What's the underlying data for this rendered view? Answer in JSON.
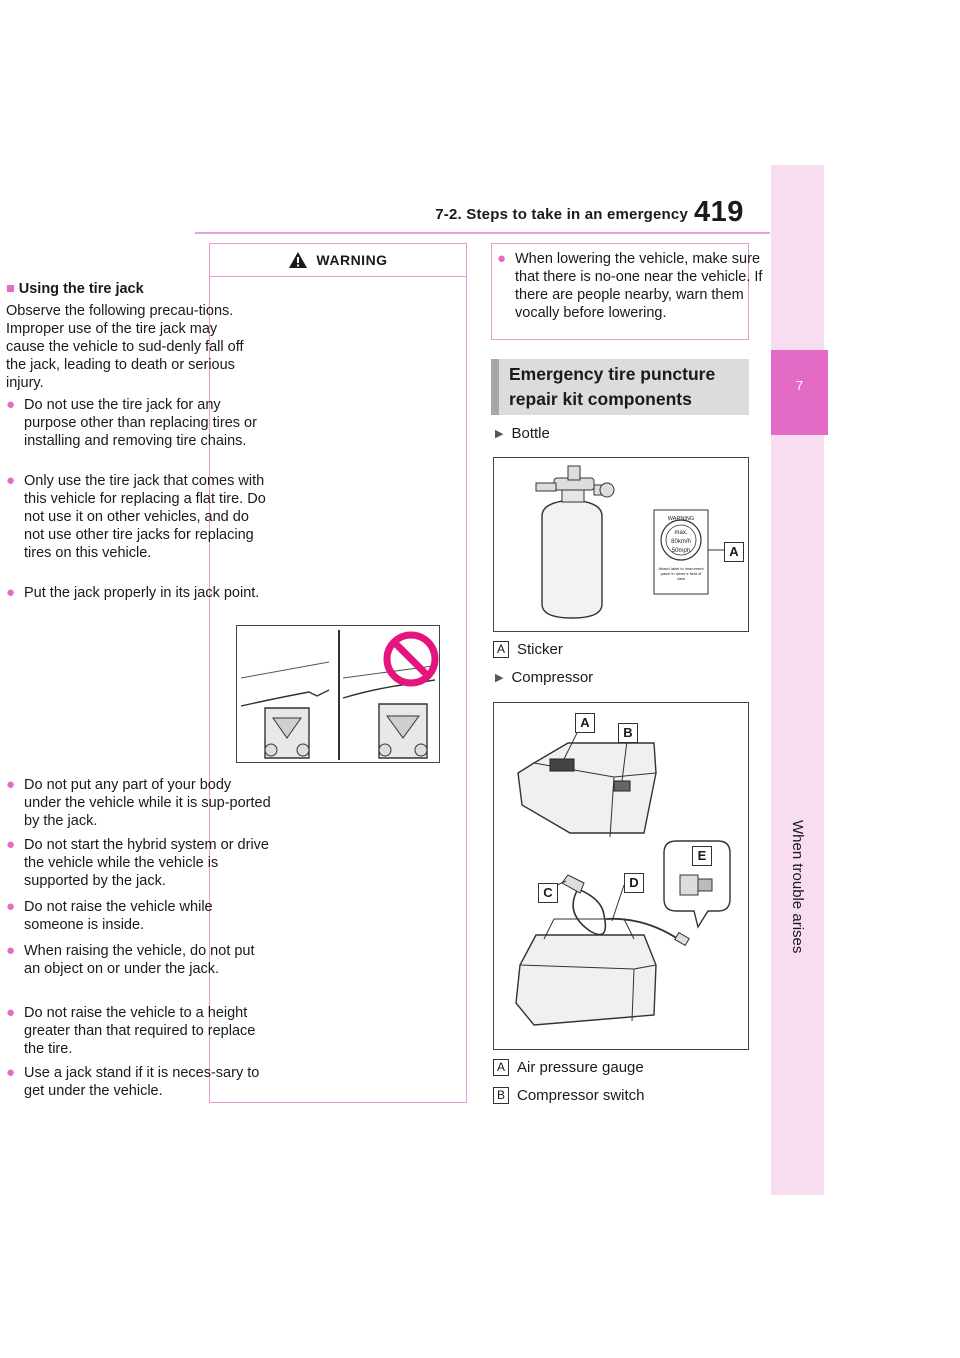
{
  "header": {
    "section_title": "7-2. Steps to take in an emergency",
    "page_number": "419"
  },
  "side_tab": {
    "chapter_number": "7",
    "chapter_name": "When trouble arises"
  },
  "warning": {
    "label": "WARNING",
    "section_title": "Using the tire jack",
    "intro": "Observe the following precau-tions. Improper use of the tire jack may cause the vehicle to sud-denly fall off the jack, leading to death or serious injury.",
    "bullets_before_figure": [
      "Do not use the tire jack for any purpose other than replacing tires or installing and removing tire chains.",
      "Only use the tire jack that comes with this vehicle for replacing a flat tire. Do not use it on other vehicles, and do not use other tire jacks for replacing tires on this vehicle.",
      "Put the jack properly in its jack point."
    ],
    "bullets_after_figure": [
      "Do not put any part of your body under the vehicle while it is sup-ported by the jack.",
      "Do not start the hybrid system or drive the vehicle while the vehicle is supported by the jack.",
      "Do not raise the vehicle while someone is inside.",
      "When raising the vehicle, do not put an object on or under the jack.",
      "Do not raise the vehicle to a height greater than that required to replace the tire.",
      "Use a jack stand if it is neces-sary to get under the vehicle."
    ]
  },
  "continued_warning": {
    "bullet": "When lowering the vehicle, make sure that there is no-one near the vehicle. If there are people nearby, warn them vocally before lowering."
  },
  "components": {
    "heading_line1": "Emergency tire puncture",
    "heading_line2": "repair kit components",
    "bottle": {
      "label": "Bottle",
      "callout": "A",
      "sticker_text": [
        "WARNING",
        "max.",
        "80km/h",
        "50mph",
        "Attach label to instrument panel in driver's field of view"
      ],
      "legend": [
        {
          "key": "A",
          "text": "Sticker"
        }
      ]
    },
    "compressor": {
      "label": "Compressor",
      "callouts": [
        "A",
        "B",
        "C",
        "D",
        "E"
      ],
      "legend": [
        {
          "key": "A",
          "text": "Air pressure gauge"
        },
        {
          "key": "B",
          "text": "Compressor switch"
        }
      ]
    }
  },
  "colors": {
    "accent": "#e46bc5",
    "accent_light": "#f8ddf0",
    "rule": "#e8a2d6",
    "heading_bg": "#dcdcdc"
  }
}
